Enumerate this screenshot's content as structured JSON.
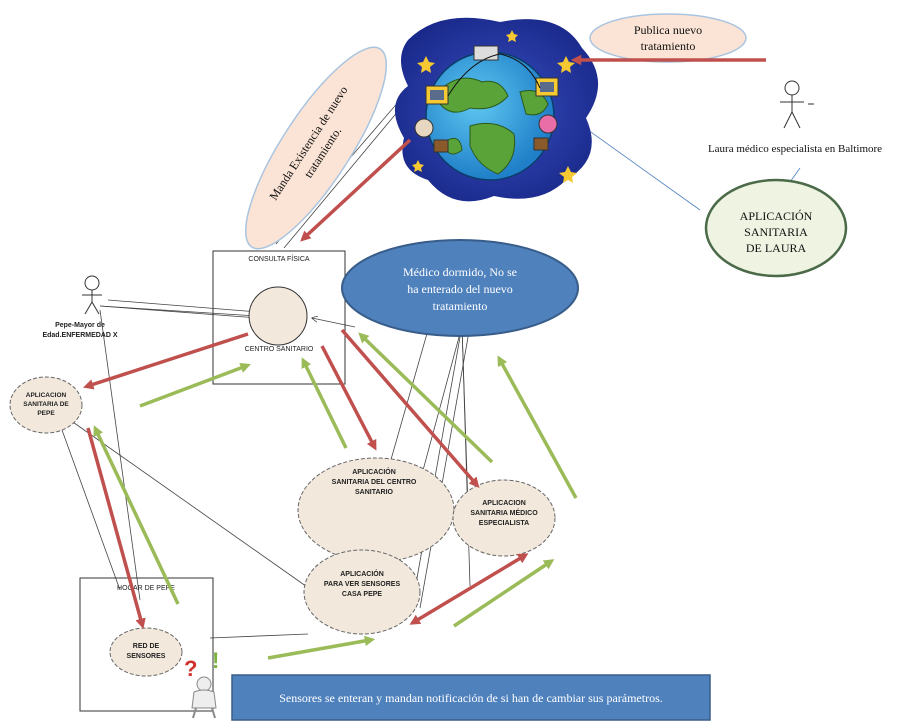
{
  "labels": {
    "publica_1": "Publica nuevo",
    "publica_2": "tratamiento",
    "manda_1": "Manda Existencia  de nuevo",
    "manda_2": "tratamiento.",
    "laura_actor": "Laura médico especialista en Baltimore",
    "laura_app_1": "APLICACIÓN",
    "laura_app_2": "SANITARIA",
    "laura_app_3": "DE LAURA",
    "consulta_title": "CONSULTA FÍSICA",
    "centro_label": "CENTRO SANITARIO",
    "medico_1": "Médico dormido, No se",
    "medico_2": "ha enterado del nuevo",
    "medico_3": "tratamiento",
    "pepe_1": "Pepe-Mayor de",
    "pepe_2": "Edad.ENFERMEDAD X",
    "app_pepe_1": "APLICACION",
    "app_pepe_2": "SANITARIA DE",
    "app_pepe_3": "PEPE",
    "app_centro_1": "APLICACIÓN",
    "app_centro_2": "SANITARIA DEL CENTRO",
    "app_centro_3": "SANITARIO",
    "app_esp_1": "APLICACION",
    "app_esp_2": "SANITARIA MÉDICO",
    "app_esp_3": "ESPECIALISTA",
    "app_sens_1": "APLICACIÓN",
    "app_sens_2": "PARA VER SENSORES",
    "app_sens_3": "CASA PEPE",
    "hogar_title": "HOGAR DE PEPE",
    "red_1": "RED DE",
    "red_2": "SENSORES",
    "banner": "Sensores se enteran y mandan notificación de si han de cambiar  sus parámetros."
  },
  "colors": {
    "red_arrow": "#c0504d",
    "green_arrow": "#9bbb59",
    "blue_fill": "#4f81bd",
    "blue_stroke": "#385d8a",
    "peach": "#fbe4d5",
    "usecase_fill": "#f2e8dc",
    "laura_fill": "#eef3e2",
    "laura_stroke": "#4a6a48"
  }
}
